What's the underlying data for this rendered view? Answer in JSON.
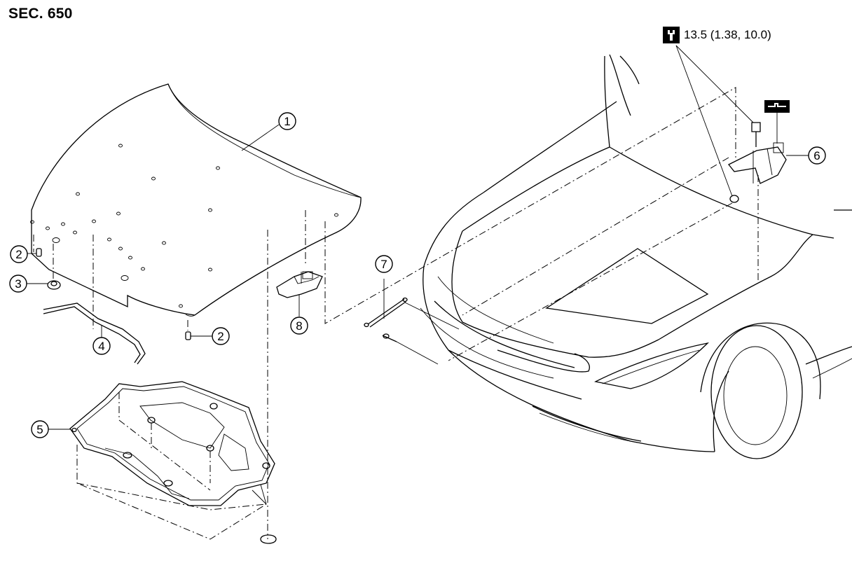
{
  "section_title": "SEC. 650",
  "torque": {
    "icon": "torque-wrench-icon",
    "value": "13.5 (1.38, 10.0)"
  },
  "callouts": [
    {
      "id": "1",
      "part": "hood"
    },
    {
      "id": "2",
      "part": "bumper-rubber"
    },
    {
      "id": "3",
      "part": "grommet"
    },
    {
      "id": "4",
      "part": "washer-tube"
    },
    {
      "id": "5",
      "part": "hood-insulator"
    },
    {
      "id": "6",
      "part": "hood-hinge"
    },
    {
      "id": "7",
      "part": "hood-stay"
    },
    {
      "id": "8",
      "part": "hood-lock-striker"
    }
  ],
  "icons": {
    "hinge_grease": "grease-icon"
  }
}
